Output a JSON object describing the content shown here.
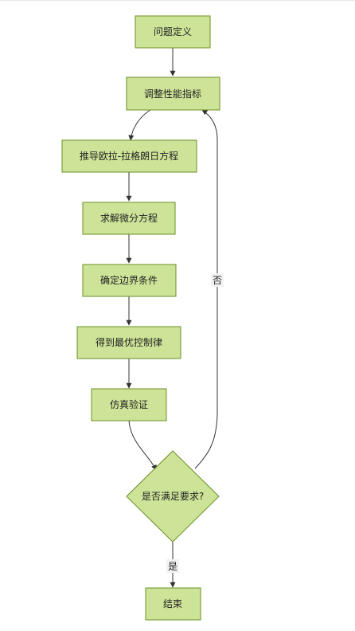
{
  "nodes": [
    {
      "id": "n1",
      "label": "问题定义"
    },
    {
      "id": "n2",
      "label": "调整性能指标"
    },
    {
      "id": "n3",
      "label": "推导欧拉-拉格朗日方程"
    },
    {
      "id": "n4",
      "label": "求解微分方程"
    },
    {
      "id": "n5",
      "label": "确定边界条件"
    },
    {
      "id": "n6",
      "label": "得到最优控制律"
    },
    {
      "id": "n7",
      "label": "仿真验证"
    },
    {
      "id": "n8",
      "label": "是否满足要求?"
    },
    {
      "id": "n9",
      "label": "结束"
    }
  ],
  "edge_labels": {
    "no": "否",
    "yes": "是"
  },
  "colors": {
    "node_fill": "#cde498",
    "node_stroke": "#6b8e23",
    "edge": "#333333"
  }
}
